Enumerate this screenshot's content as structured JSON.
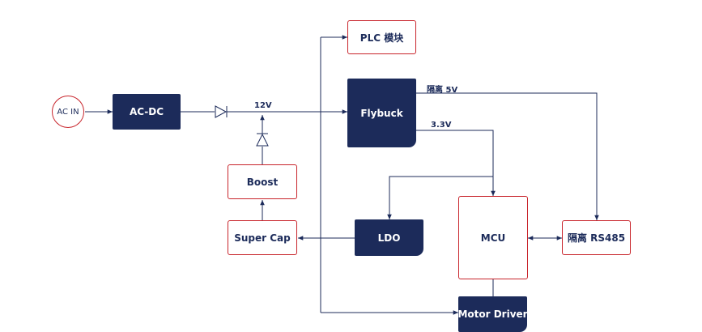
{
  "colors": {
    "dark_block": "#1c2b5a",
    "outline_block": "#c8242b",
    "wire": "#1c2b5a"
  },
  "nodes": {
    "ac_in": "AC IN",
    "ac_dc": "AC-DC",
    "flybuck": "Flybuck",
    "plc": "PLC 模块",
    "boost": "Boost",
    "super_cap": "Super Cap",
    "ldo": "LDO",
    "mcu": "MCU",
    "rs485": "隔离 RS485",
    "motor_driver": "Motor Driver"
  },
  "labels": {
    "rail_12v": "12V",
    "isolated_5v": "隔离 5V",
    "rail_3v3": "3.3V"
  }
}
